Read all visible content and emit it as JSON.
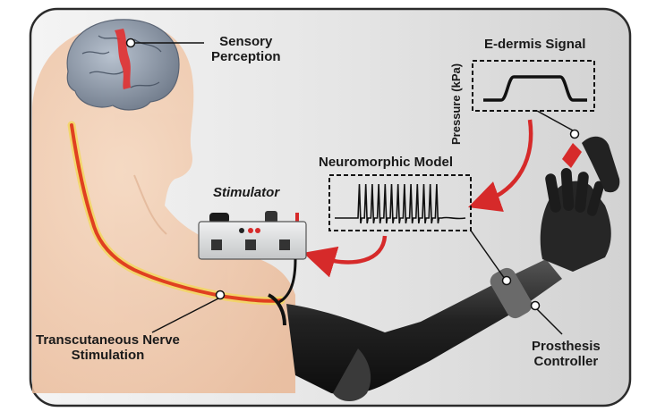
{
  "labels": {
    "sensory_perception_line1": "Sensory",
    "sensory_perception_line2": "Perception",
    "edermis_title": "E-dermis Signal",
    "pressure_axis": "Pressure (kPa)",
    "neuromorphic_title": "Neuromorphic Model",
    "stimulator_title": "Stimulator",
    "nerve_line1": "Transcutaneous Nerve",
    "nerve_line2": "Stimulation",
    "controller_line1": "Prosthesis",
    "controller_line2": "Controller"
  },
  "colors": {
    "panel_bg": "#e8e8e8",
    "panel_border": "#2b2b2b",
    "skin": "#f2c9a8",
    "brain": "#8a96a6",
    "nerve": "#e04020",
    "nerve_glow": "#f7e060",
    "arrow": "#d62a2a",
    "prosthesis": "#2a2a2a",
    "stimulator_body": "#d8dadc",
    "signal_line": "#111111"
  },
  "icons": {
    "brain": "brain-icon",
    "stimulator": "stimulator-device-icon",
    "hand": "prosthetic-hand-icon",
    "sensor": "fingertip-sensor-icon"
  }
}
